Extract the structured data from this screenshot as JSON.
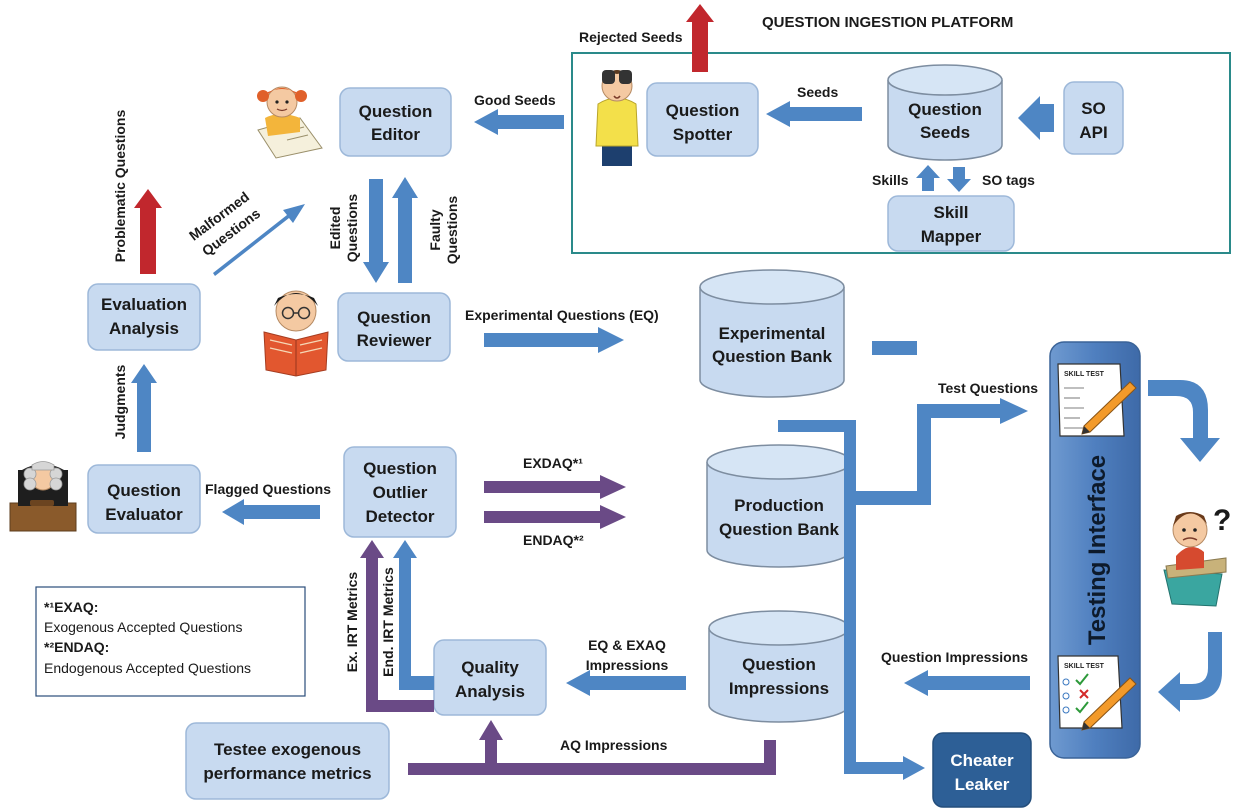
{
  "platform_title": "QUESTION INGESTION PLATFORM",
  "boxes": {
    "question_editor": [
      "Question",
      "Editor"
    ],
    "question_spotter": [
      "Question",
      "Spotter"
    ],
    "question_seeds": [
      "Question",
      "Seeds"
    ],
    "so_api": [
      "SO",
      "API"
    ],
    "skill_mapper": [
      "Skill",
      "Mapper"
    ],
    "evaluation_analysis": [
      "Evaluation",
      "Analysis"
    ],
    "question_reviewer": [
      "Question",
      "Reviewer"
    ],
    "experimental_bank": [
      "Experimental",
      "Question Bank"
    ],
    "production_bank": [
      "Production",
      "Question Bank"
    ],
    "question_evaluator": [
      "Question",
      "Evaluator"
    ],
    "outlier_detector": [
      "Question",
      "Outlier",
      "Detector"
    ],
    "question_impressions": [
      "Question",
      "Impressions"
    ],
    "quality_analysis": [
      "Quality",
      "Analysis"
    ],
    "testee_metrics": [
      "Testee exogenous",
      "performance metrics"
    ],
    "cheater_leaker": [
      "Cheater",
      "Leaker"
    ],
    "testing_interface": "Testing Interface"
  },
  "labels": {
    "rejected_seeds": "Rejected Seeds",
    "good_seeds": "Good Seeds",
    "seeds": "Seeds",
    "skills": "Skills",
    "so_tags": "SO tags",
    "problematic_questions": "Problematic Questions",
    "malformed_questions": [
      "Malformed",
      "Questions"
    ],
    "edited_questions": [
      "Edited",
      "Questions"
    ],
    "faulty_questions": [
      "Faulty",
      "Questions"
    ],
    "experimental_questions": "Experimental Questions (EQ)",
    "test_questions": "Test Questions",
    "judgments": "Judgments",
    "flagged_questions": "Flagged Questions",
    "exdaq": "EXDAQ*¹",
    "endaq": "ENDAQ*²",
    "ex_irt": "Ex. IRT  Metrics",
    "end_irt": "End. IRT  Metrics",
    "eq_exaq_impressions": [
      "EQ & EXAQ",
      "Impressions"
    ],
    "question_impressions_flow": "Question Impressions",
    "aq_impressions": "AQ Impressions",
    "skill_test": "SKILL TEST"
  },
  "legend": {
    "exaq_key": "*¹EXAQ:",
    "exaq_desc": "Exogenous Accepted Questions",
    "endaq_key": "*²ENDAQ:",
    "endaq_desc": "Endogenous Accepted Questions"
  },
  "colors": {
    "box_fill": "#c8daf0",
    "flow_blue": "#4e86c4",
    "flow_purple": "#6a4a86",
    "reject_red": "#c1272d",
    "platform_border": "#2a8a8a",
    "testing_interface": "#4f7fbf",
    "cheater_leaker": "#2d5f96"
  },
  "icons": [
    "binoculars-person-icon",
    "writing-child-icon",
    "reading-boy-icon",
    "judge-icon",
    "confused-testee-icon",
    "skill-test-sheet-icon"
  ]
}
